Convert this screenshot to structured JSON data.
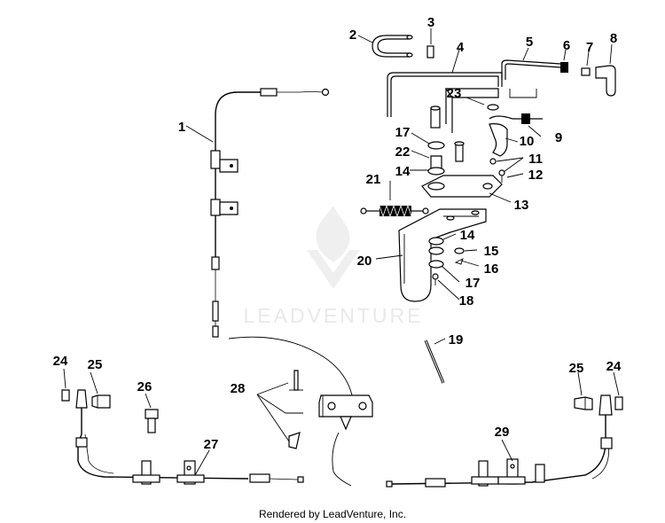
{
  "callouts": [
    "1",
    "2",
    "3",
    "4",
    "5",
    "6",
    "7",
    "8",
    "9",
    "10",
    "11",
    "12",
    "13",
    "14",
    "14",
    "15",
    "16",
    "17",
    "17",
    "18",
    "19",
    "20",
    "21",
    "22",
    "23",
    "24",
    "24",
    "25",
    "25",
    "26",
    "27",
    "28",
    "29"
  ],
  "watermark": "LEADVENTURE",
  "footer": "Rendered by LeadVenture, Inc."
}
